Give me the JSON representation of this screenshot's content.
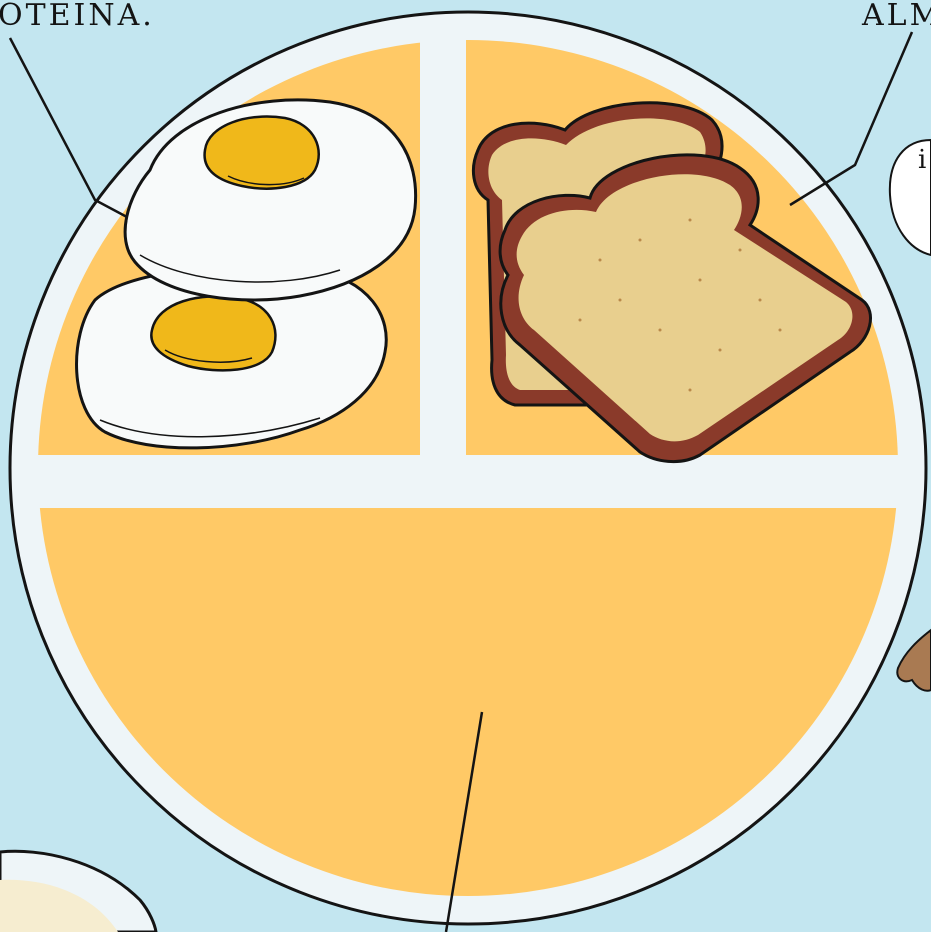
{
  "labels": {
    "left": "OTEINA.",
    "right": "ALM",
    "bubble": "i"
  },
  "colors": {
    "background": "#c3e6f0",
    "plate": "#eef5f8",
    "section_fill": "#ffc966",
    "outline": "#141414",
    "egg_white": "#f8fafa",
    "yolk": "#f0b81a",
    "bread_crust": "#8a3a2a",
    "bread_crumb": "#e8cf8e"
  },
  "icons": {
    "eggs": "fried-eggs-illustration",
    "toast": "toast-slices-illustration",
    "plate": "divided-plate-illustration"
  }
}
